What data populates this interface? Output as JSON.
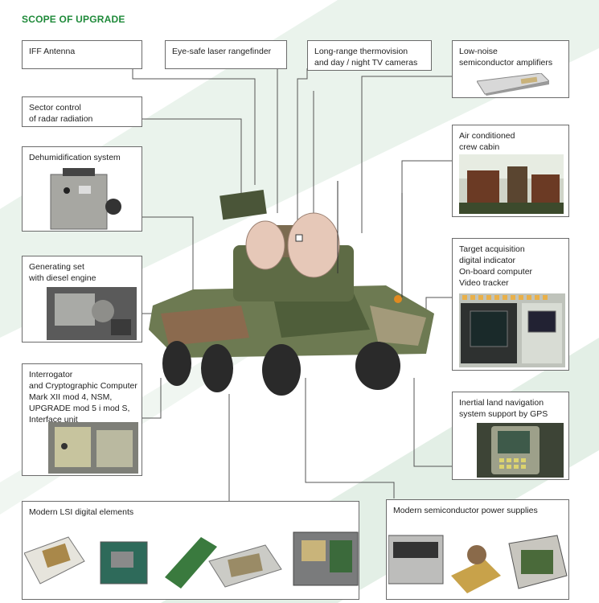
{
  "page": {
    "title": "SCOPE OF UPGRADE"
  },
  "labels": {
    "iff": "IFF Antenna",
    "laser": "Eye-safe laser rangefinder",
    "thermo": "Long-range thermovision\nand day / night TV cameras",
    "lna": "Low-noise\nsemiconductor amplifiers",
    "sector": "Sector control\nof radar radiation",
    "aircon": "Air conditioned\ncrew cabin",
    "dehum": "Dehumidification system",
    "genset": "Generating set\nwith diesel engine",
    "target": "Target acquisition\ndigital indicator\nOn-board computer\nVideo tracker",
    "interrogator": "Interrogator\nand Cryptographic Computer\nMark XII mod 4, NSM,\nUPGRADE mod 5 i mod S,\nInterface unit",
    "inertial": "Inertial land navigation\nsystem support by GPS",
    "lsi": "Modern LSI digital elements",
    "power": "Modern semiconductor power supplies"
  },
  "colors": {
    "accent_green": "#1f8a3a",
    "border": "#6b6b6b",
    "bg_stripe": "#e3efe6"
  }
}
